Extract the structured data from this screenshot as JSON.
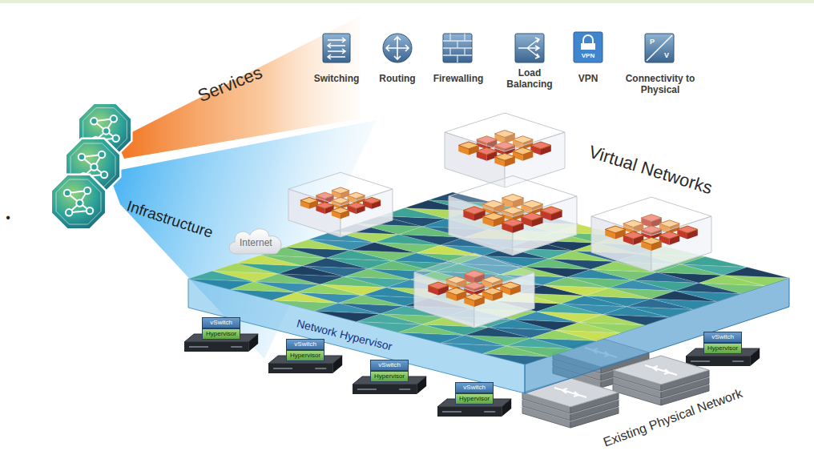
{
  "diagram": {
    "nodes": [
      {
        "text": [
          "Internet"
        ]
      },
      {
        "text": [
          "vSwitch",
          "Hypervisor"
        ]
      },
      {
        "text": [
          "vSwitch",
          "Hypervisor"
        ]
      },
      {
        "text": [
          "vSwitch",
          "Hypervisor"
        ]
      },
      {
        "text": [
          "vSwitch",
          "Hypervisor"
        ]
      },
      {
        "text": [
          "vSwitch",
          "Hypervisor"
        ]
      }
    ],
    "labels": [
      "Services",
      "Switching",
      "Routing",
      "Firewalling",
      "Load Balancing",
      "VPN",
      "VPN",
      "P",
      "V",
      "Connectivity to Physical",
      "Virtual Networks",
      "Infrastructure",
      "Network Hypervisor",
      "Existing Physical Network",
      "•"
    ]
  }
}
